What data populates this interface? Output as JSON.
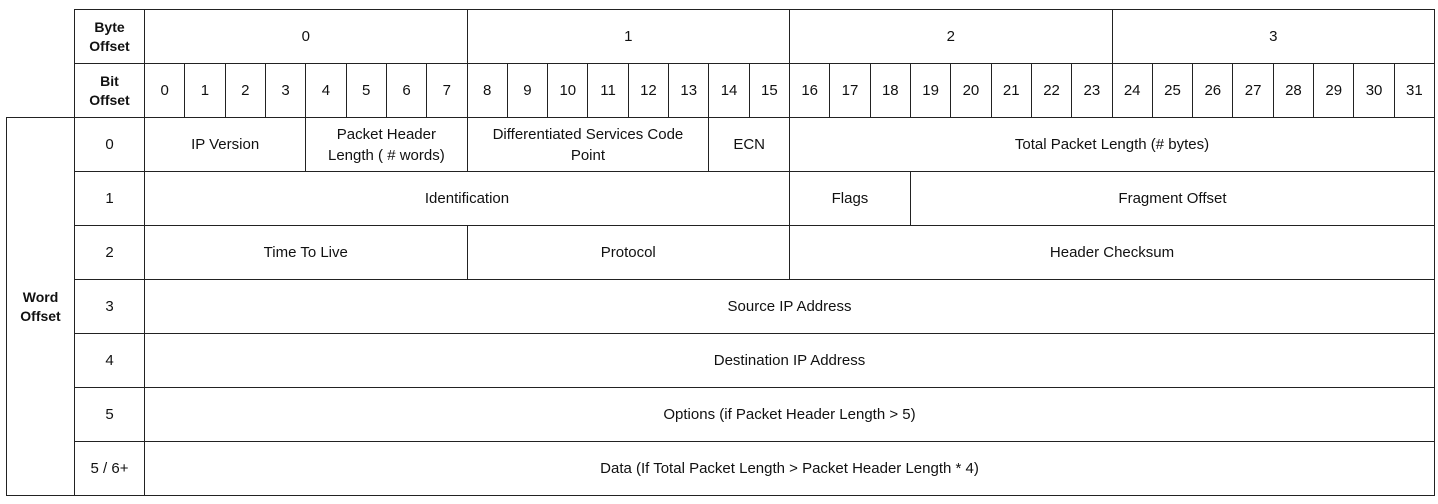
{
  "header": {
    "byte_offset_label": "Byte\nOffset",
    "bit_offset_label": "Bit\nOffset",
    "word_offset_label": "Word\nOffset",
    "bytes": [
      "0",
      "1",
      "2",
      "3"
    ],
    "bits": [
      "0",
      "1",
      "2",
      "3",
      "4",
      "5",
      "6",
      "7",
      "8",
      "9",
      "10",
      "11",
      "12",
      "13",
      "14",
      "15",
      "16",
      "17",
      "18",
      "19",
      "20",
      "21",
      "22",
      "23",
      "24",
      "25",
      "26",
      "27",
      "28",
      "29",
      "30",
      "31"
    ]
  },
  "rows": [
    {
      "word": "0",
      "fields": [
        {
          "label": "IP Version",
          "start": 0,
          "bits": 4
        },
        {
          "label": "Packet Header\nLength ( # words)",
          "start": 4,
          "bits": 4
        },
        {
          "label": "Differentiated Services Code\nPoint",
          "start": 8,
          "bits": 6
        },
        {
          "label": "ECN",
          "start": 14,
          "bits": 2
        },
        {
          "label": "Total Packet Length (# bytes)",
          "start": 16,
          "bits": 16
        }
      ]
    },
    {
      "word": "1",
      "fields": [
        {
          "label": "Identification",
          "start": 0,
          "bits": 16
        },
        {
          "label": "Flags",
          "start": 16,
          "bits": 3
        },
        {
          "label": "Fragment Offset",
          "start": 19,
          "bits": 13
        }
      ]
    },
    {
      "word": "2",
      "fields": [
        {
          "label": "Time To Live",
          "start": 0,
          "bits": 8
        },
        {
          "label": "Protocol",
          "start": 8,
          "bits": 8
        },
        {
          "label": "Header Checksum",
          "start": 16,
          "bits": 16
        }
      ]
    },
    {
      "word": "3",
      "fields": [
        {
          "label": "Source IP Address",
          "start": 0,
          "bits": 32
        }
      ]
    },
    {
      "word": "4",
      "fields": [
        {
          "label": "Destination IP Address",
          "start": 0,
          "bits": 32
        }
      ]
    },
    {
      "word": "5",
      "fields": [
        {
          "label": "Options (if Packet Header Length > 5)",
          "start": 0,
          "bits": 32
        }
      ]
    },
    {
      "word": "5 / 6+",
      "fields": [
        {
          "label": "Data (If Total Packet Length >  Packet Header Length * 4)",
          "start": 0,
          "bits": 32
        }
      ]
    }
  ]
}
